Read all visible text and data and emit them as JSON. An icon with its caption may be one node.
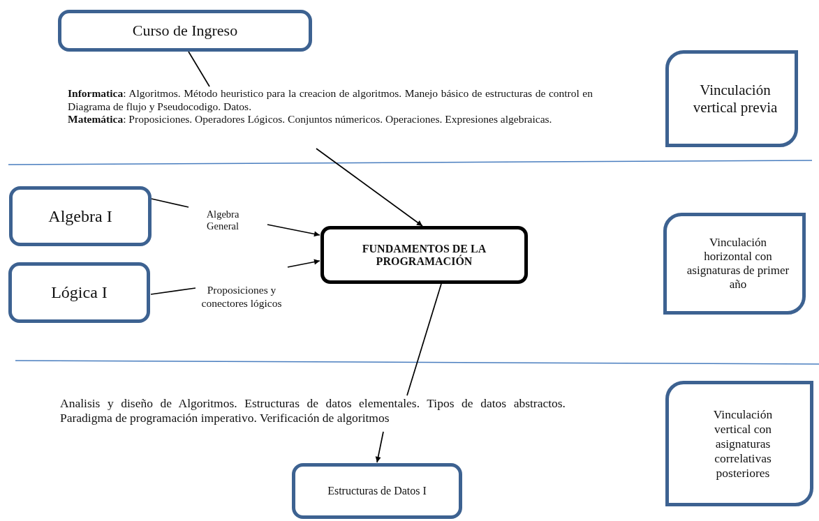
{
  "diagram": {
    "nodes": [
      {
        "text": [
          "Curso de Ingreso"
        ]
      },
      {
        "text": [
          "**Informatica**:  Algoritmos. Método heuristico para la creacion de algoritmos. Manejo básico de estructuras de control en Diagrama de flujo y Pseudocodigo. Datos.",
          "**Matemática**: Proposiciones. Operadores Lógicos. Conjuntos númericos.  Operaciones. Expresiones algebraicas."
        ]
      },
      {
        "text": [
          "Vinculación vertical previa"
        ]
      },
      {
        "text": [
          "Algebra I"
        ]
      },
      {
        "text": [
          "Algebra General"
        ]
      },
      {
        "text": [
          "FUNDAMENTOS DE LA PROGRAMACIÓN"
        ]
      },
      {
        "text": [
          "Lógica I"
        ]
      },
      {
        "text": [
          "Proposiciones y conectores lógicos"
        ]
      },
      {
        "text": [
          "Vinculación horizontal con asignaturas de primer año"
        ]
      },
      {
        "text": [
          "Analisis y diseño de Algoritmos. Estructuras de datos elementales. Tipos de datos abstractos. Paradigma de programación imperativo. Verificación de algoritmos"
        ]
      },
      {
        "text": [
          "Estructuras de Datos I"
        ]
      },
      {
        "text": [
          "Vinculación vertical con asignaturas correlativas posteriores"
        ]
      }
    ],
    "edges": [
      {
        "from": 0,
        "to": 1,
        "arrow": "none"
      },
      {
        "from": 1,
        "to": 5,
        "arrow": "to"
      },
      {
        "from": 3,
        "to": 4,
        "arrow": "none"
      },
      {
        "from": 4,
        "to": 5,
        "arrow": "to"
      },
      {
        "from": 6,
        "to": 7,
        "arrow": "none"
      },
      {
        "from": 7,
        "to": 5,
        "arrow": "to"
      },
      {
        "from": 5,
        "to": 9,
        "arrow": "none"
      },
      {
        "from": 9,
        "to": 10,
        "arrow": "to"
      }
    ]
  }
}
